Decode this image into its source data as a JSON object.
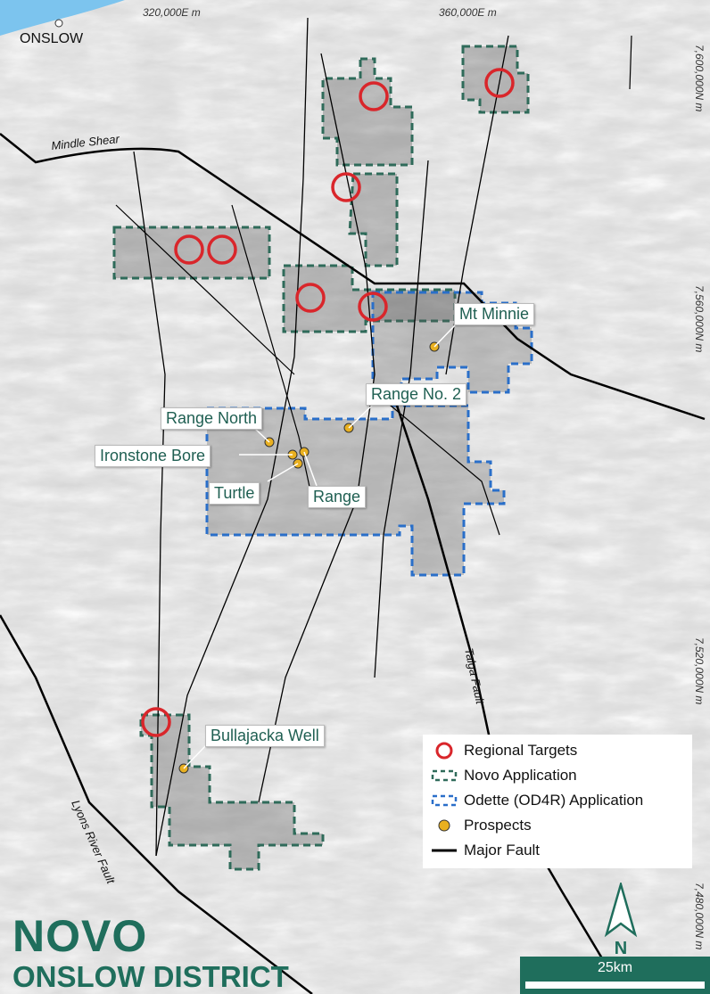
{
  "title": "ONSLOW DISTRICT",
  "logo_text": "NOVO",
  "place": "ONSLOW",
  "grid": {
    "eastings": [
      "320,000E m",
      "360,000E m"
    ],
    "northings": [
      "7,600,000N m",
      "7,560,000N m",
      "7,520,000N m",
      "7,480,000N m"
    ]
  },
  "faults": {
    "mindle": "Mindle Shear",
    "talga": "Talga Fault",
    "lyons": "Lyons River Fault"
  },
  "prospects": [
    "Mt Minnie",
    "Range No. 2",
    "Range North",
    "Ironstone Bore",
    "Turtle",
    "Range",
    "Bullajacka Well"
  ],
  "legend": {
    "items": [
      "Regional Targets",
      "Novo Application",
      "Odette (OD4R) Application",
      "Prospects",
      "Major Fault"
    ]
  },
  "scale_bar": "25km",
  "north_label": "N",
  "colors": {
    "target": "#d9262b",
    "novo": "#2f6b5a",
    "odette": "#2a6fc9",
    "prospect": "#e9b020",
    "brand": "#1f6e5c",
    "sea": "#7cc4ee"
  }
}
